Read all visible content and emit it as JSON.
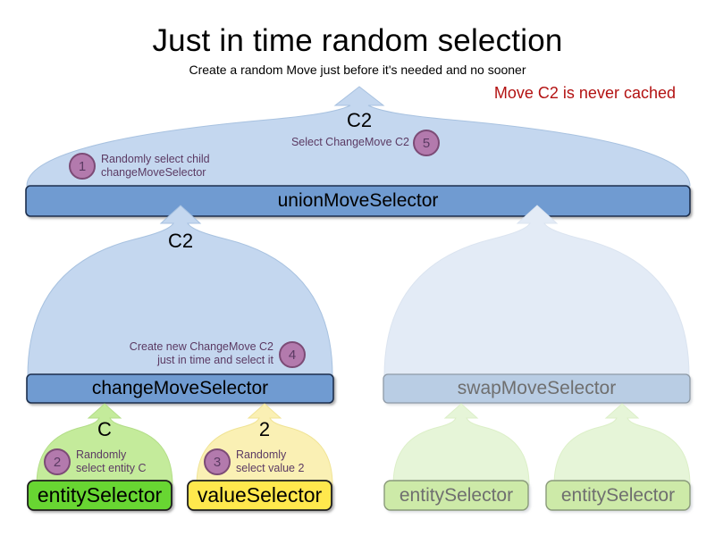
{
  "header": {
    "title": "Just in time random selection",
    "subtitle": "Create a random Move just before it's needed and no sooner",
    "warning": "Move C2 is never cached",
    "warning_color": "#b31212"
  },
  "colors": {
    "arrow_blue_fill": "#c4d7ef",
    "arrow_blue_stroke": "#a8c2e0",
    "box_blue_fill": "#6f9bd1",
    "box_blue_stroke": "#1b2f4d",
    "faded_arrow_fill": "#e3ebf6",
    "faded_box_fill": "#b9cde4",
    "faded_box_stroke": "#8e9aa6",
    "arrow_green_fill": "#c4eb9b",
    "box_green_fill": "#68d633",
    "box_green_stroke": "#1f1f1f",
    "arrow_yellow_fill": "#faf0b4",
    "box_yellow_fill": "#ffe84d",
    "box_yellow_stroke": "#1f1f1f",
    "faded_green_arrow_fill": "#e6f5d8",
    "faded_green_box_fill": "#cdeaa8",
    "faded_green_box_stroke": "#8a9a7a",
    "badge_fill": "#b37aad",
    "badge_stroke": "#7c4b76",
    "badge_text": "#5b3a63",
    "note_text": "#5b3a63"
  },
  "nodes": {
    "union": {
      "label": "unionMoveSelector"
    },
    "change": {
      "label": "changeMoveSelector"
    },
    "swap": {
      "label": "swapMoveSelector"
    },
    "entity_left": {
      "label": "entitySelector"
    },
    "value_left": {
      "label": "valueSelector"
    },
    "entity_right_1": {
      "label": "entitySelector"
    },
    "entity_right_2": {
      "label": "entitySelector"
    }
  },
  "move_labels": {
    "union_out": "C2",
    "change_out": "C2",
    "entity_out": "C",
    "value_out": "2"
  },
  "steps": [
    {
      "number": "1",
      "text_lines": [
        "Randomly select child",
        "changeMoveSelector"
      ],
      "align": "left"
    },
    {
      "number": "2",
      "text_lines": [
        "Randomly",
        "select entity C"
      ],
      "align": "left"
    },
    {
      "number": "3",
      "text_lines": [
        "Randomly",
        "select value 2"
      ],
      "align": "left"
    },
    {
      "number": "4",
      "text_lines": [
        "Create new ChangeMove C2",
        "just in time and select it"
      ],
      "align": "right"
    },
    {
      "number": "5",
      "text_lines": [
        "Select ChangeMove C2"
      ],
      "align": "right"
    }
  ]
}
